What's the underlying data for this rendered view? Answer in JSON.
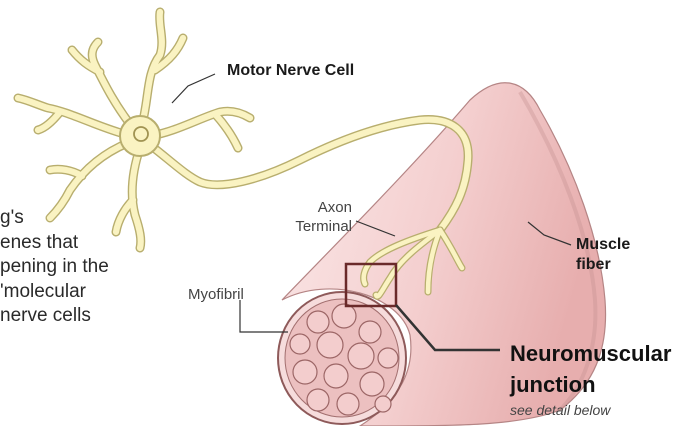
{
  "labels": {
    "motor_nerve_cell": "Motor Nerve Cell",
    "axon_terminal": [
      "Axon",
      "Terminal"
    ],
    "myofibril": "Myofibril",
    "muscle_fiber": [
      "Muscle",
      "fiber"
    ],
    "neuromuscular_junction": [
      "Neuromuscular",
      "junction"
    ],
    "see_detail": "see detail below"
  },
  "body_text_fragments": [
    "g's",
    "enes that",
    "pening in the",
    "'molecular",
    "nerve cells"
  ],
  "colors": {
    "neuron_fill": "#faf3c2",
    "neuron_stroke": "#b8ae6e",
    "muscle_outer": "#f3cfcf",
    "muscle_edge": "#9a6262",
    "myofibril_fill": "#f0c6c6",
    "junction_box": "#6a2a2a",
    "leader_line": "#333333"
  }
}
